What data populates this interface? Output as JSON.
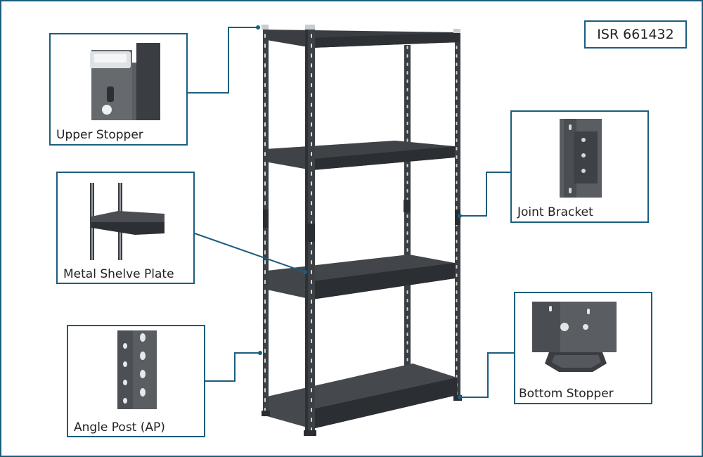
{
  "model_code": "ISR 661432",
  "callouts": {
    "upper_stopper": "Upper Stopper",
    "metal_shelve_plate": "Metal Shelve Plate",
    "angle_post": "Angle Post (AP)",
    "joint_bracket": "Joint Bracket",
    "bottom_stopper": "Bottom Stopper"
  },
  "colors": {
    "frame": "#1c5d7e",
    "steel": "#3d4146",
    "steel_dark": "#2a2d31",
    "steel_light": "#55595e"
  }
}
